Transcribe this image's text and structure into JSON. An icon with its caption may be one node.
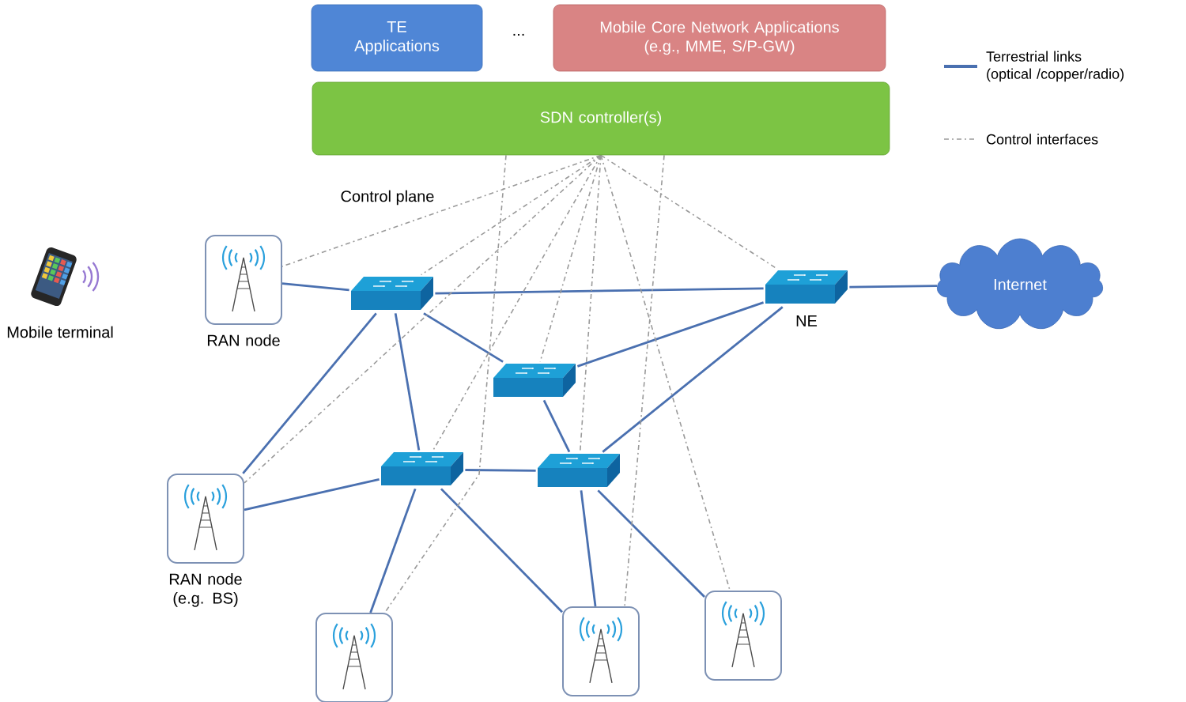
{
  "diagram": {
    "nodes": [
      {
        "text": [
          "TE Applications"
        ]
      },
      {
        "text": [
          "Mobile Core Network Applications (e.g., MME, S/P-GW)"
        ]
      },
      {
        "text": [
          "SDN controller(s)"
        ]
      },
      {
        "text": [
          "Mobile terminal"
        ]
      },
      {
        "text": [
          "RAN node"
        ]
      },
      {
        "text": [],
        "shape": "box"
      },
      {
        "text": [
          "NE"
        ]
      },
      {
        "text": [
          "Internet"
        ]
      },
      {
        "text": [],
        "shape": "box"
      },
      {
        "text": [],
        "shape": "box"
      },
      {
        "text": [],
        "shape": "box"
      },
      {
        "text": [
          "RAN node (e.g. BS)"
        ]
      },
      {
        "text": [],
        "shape": "box"
      },
      {
        "text": [],
        "shape": "box"
      },
      {
        "text": [],
        "shape": "box"
      }
    ],
    "edges": [
      {
        "from": 4,
        "to": 5,
        "arrow": "none"
      },
      {
        "from": 5,
        "to": 6,
        "arrow": "none"
      },
      {
        "from": 6,
        "to": 7,
        "arrow": "none"
      },
      {
        "from": 5,
        "to": 8,
        "arrow": "none"
      },
      {
        "from": 5,
        "to": 9,
        "arrow": "none"
      },
      {
        "from": 8,
        "to": 6,
        "arrow": "none"
      },
      {
        "from": 8,
        "to": 10,
        "arrow": "none"
      },
      {
        "from": 10,
        "to": 6,
        "arrow": "none"
      },
      {
        "from": 11,
        "to": 5,
        "arrow": "none"
      },
      {
        "from": 11,
        "to": 9,
        "arrow": "none"
      },
      {
        "from": 9,
        "to": 10,
        "arrow": "none"
      },
      {
        "from": 9,
        "to": 12,
        "arrow": "none"
      },
      {
        "from": 9,
        "to": 13,
        "arrow": "none"
      },
      {
        "from": 10,
        "to": 13,
        "arrow": "none"
      },
      {
        "from": 10,
        "to": 14,
        "arrow": "none"
      },
      {
        "from": 2,
        "to": 4,
        "arrow": "none",
        "style": "dashed",
        "color": "#9a9a9a"
      },
      {
        "from": 2,
        "to": 5,
        "arrow": "none",
        "style": "dashed",
        "color": "#9a9a9a"
      },
      {
        "from": 2,
        "to": 6,
        "arrow": "none",
        "style": "dashed",
        "color": "#9a9a9a"
      },
      {
        "from": 2,
        "to": 8,
        "arrow": "none",
        "style": "dashed",
        "color": "#9a9a9a"
      },
      {
        "from": 2,
        "to": 9,
        "arrow": "none",
        "style": "dashed",
        "color": "#9a9a9a"
      },
      {
        "from": 2,
        "to": 10,
        "arrow": "none",
        "style": "dashed",
        "color": "#9a9a9a"
      },
      {
        "from": 2,
        "to": 11,
        "arrow": "none",
        "style": "dashed",
        "color": "#9a9a9a"
      },
      {
        "from": 2,
        "to": 12,
        "arrow": "none",
        "style": "dashed",
        "color": "#9a9a9a"
      },
      {
        "from": 2,
        "to": 13,
        "arrow": "none",
        "style": "dashed",
        "color": "#9a9a9a"
      },
      {
        "from": 2,
        "to": 14,
        "arrow": "none",
        "style": "dashed",
        "color": "#9a9a9a"
      }
    ],
    "labels": [
      "...",
      "Control plane"
    ],
    "legend": [
      {
        "text": "Terrestrial links (optical /copper/radio)"
      },
      {
        "text": "Control interfaces"
      }
    ]
  }
}
